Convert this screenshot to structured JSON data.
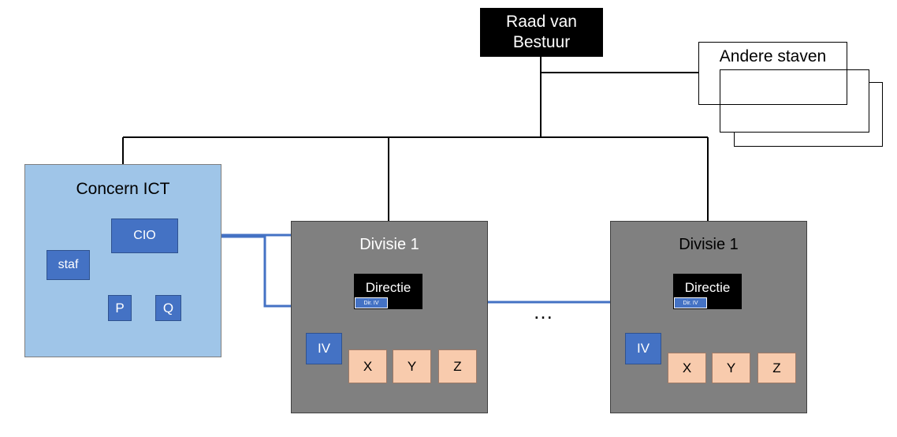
{
  "board": {
    "label": "Raad van Bestuur"
  },
  "other_staff": {
    "label": "Andere staven"
  },
  "concern_ict": {
    "title": "Concern ICT",
    "cio": "CIO",
    "staf": "staf",
    "units": [
      "P",
      "Q"
    ]
  },
  "divisions": [
    {
      "title": "Divisie 1",
      "directie": "Directie",
      "dir_iv": "Dir. IV",
      "iv": "IV",
      "units": [
        "X",
        "Y",
        "Z"
      ]
    },
    {
      "title": "Divisie 1",
      "directie": "Directie",
      "dir_iv": "Dir. IV",
      "iv": "IV",
      "units": [
        "X",
        "Y",
        "Z"
      ]
    }
  ],
  "ellipsis": "…",
  "colors": {
    "board": "#000000",
    "concern_bg": "#9fc5e8",
    "blue_box": "#4472c4",
    "division_bg": "#808080",
    "unit_bg": "#f8cbad",
    "blue_line": "#4472c4"
  }
}
